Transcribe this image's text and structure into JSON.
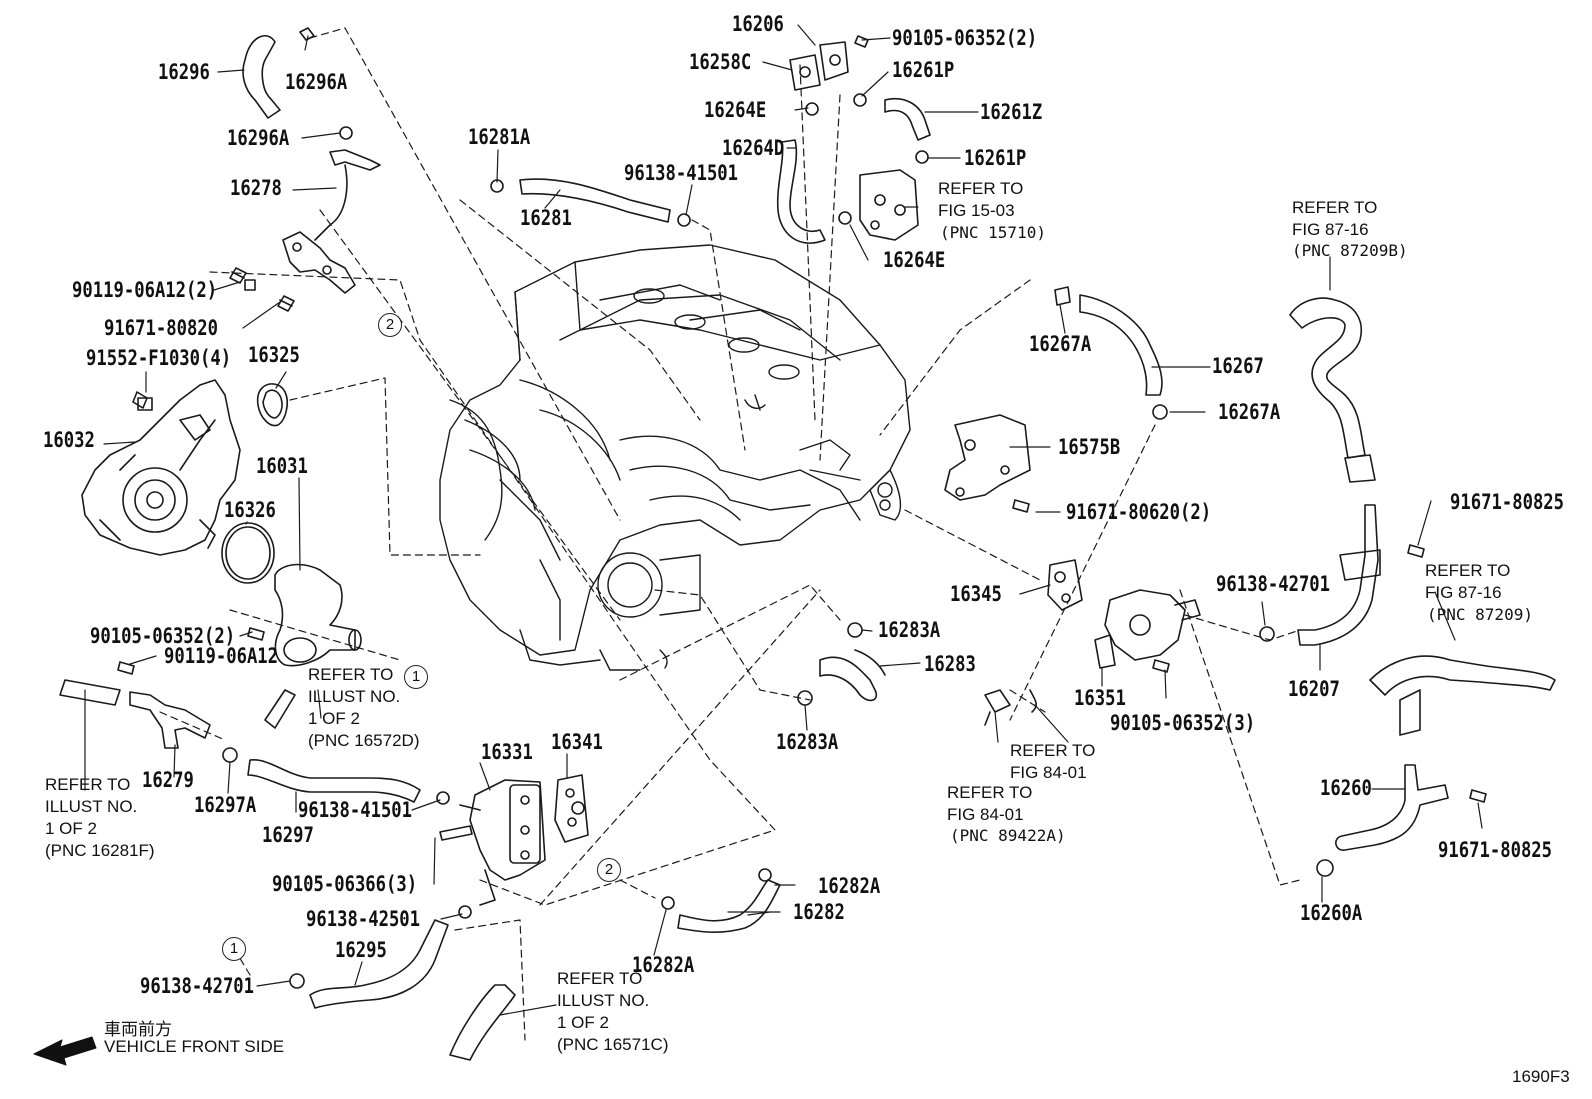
{
  "labels": [
    {
      "id": "l16206",
      "text": "16206"
    },
    {
      "id": "l90105a",
      "text": "90105-06352(2)"
    },
    {
      "id": "l16258C",
      "text": "16258C"
    },
    {
      "id": "l16261P",
      "text": "16261P"
    },
    {
      "id": "l16264E",
      "text": "16264E"
    },
    {
      "id": "l16261Z",
      "text": "16261Z"
    },
    {
      "id": "l16264D",
      "text": "16264D"
    },
    {
      "id": "l16261P2",
      "text": "16261P"
    },
    {
      "id": "l16264E2",
      "text": "16264E"
    },
    {
      "id": "l16296",
      "text": "16296"
    },
    {
      "id": "l16296A",
      "text": "16296A"
    },
    {
      "id": "l16296A2",
      "text": "16296A"
    },
    {
      "id": "l16278",
      "text": "16278"
    },
    {
      "id": "l16281A",
      "text": "16281A"
    },
    {
      "id": "l16281",
      "text": "16281"
    },
    {
      "id": "l96138a",
      "text": "96138-41501"
    },
    {
      "id": "l90119a",
      "text": "90119-06A12(2)"
    },
    {
      "id": "l91671a",
      "text": "91671-80820"
    },
    {
      "id": "l91552",
      "text": "91552-F1030(4)"
    },
    {
      "id": "l16325",
      "text": "16325"
    },
    {
      "id": "l16032",
      "text": "16032"
    },
    {
      "id": "l16031",
      "text": "16031"
    },
    {
      "id": "l16326",
      "text": "16326"
    },
    {
      "id": "l90105b",
      "text": "90105-06352(2)"
    },
    {
      "id": "l90119b",
      "text": "90119-06A12"
    },
    {
      "id": "l16279",
      "text": "16279"
    },
    {
      "id": "l16297A",
      "text": "16297A"
    },
    {
      "id": "l96138b",
      "text": "96138-41501"
    },
    {
      "id": "l16297",
      "text": "16297"
    },
    {
      "id": "l16331",
      "text": "16331"
    },
    {
      "id": "l16341",
      "text": "16341"
    },
    {
      "id": "l90105c",
      "text": "90105-06366(3)"
    },
    {
      "id": "l96138c",
      "text": "96138-42501"
    },
    {
      "id": "l16295",
      "text": "16295"
    },
    {
      "id": "l96138d",
      "text": "96138-42701"
    },
    {
      "id": "l16282A",
      "text": "16282A"
    },
    {
      "id": "l16282",
      "text": "16282"
    },
    {
      "id": "l16282A2",
      "text": "16282A"
    },
    {
      "id": "l16283A",
      "text": "16283A"
    },
    {
      "id": "l16283",
      "text": "16283"
    },
    {
      "id": "l16283A2",
      "text": "16283A"
    },
    {
      "id": "l16267A",
      "text": "16267A"
    },
    {
      "id": "l16267",
      "text": "16267"
    },
    {
      "id": "l16267A2",
      "text": "16267A"
    },
    {
      "id": "l16575B",
      "text": "16575B"
    },
    {
      "id": "l91671b",
      "text": "91671-80620(2)"
    },
    {
      "id": "l16345",
      "text": "16345"
    },
    {
      "id": "l96138e",
      "text": "96138-42701"
    },
    {
      "id": "l16351",
      "text": "16351"
    },
    {
      "id": "l90105d",
      "text": "90105-06352(3)"
    },
    {
      "id": "l91671c",
      "text": "91671-80825"
    },
    {
      "id": "l16207",
      "text": "16207"
    },
    {
      "id": "l16260",
      "text": "16260"
    },
    {
      "id": "l91671d",
      "text": "91671-80825"
    },
    {
      "id": "l16260A",
      "text": "16260A"
    }
  ],
  "refs": {
    "r1": "REFER TO\nFIG 15-03",
    "r1p": "(PNC 15710)",
    "r2": "REFER TO\nFIG 87-16",
    "r2p": "(PNC 87209B)",
    "r3": "REFER TO\nFIG 87-16",
    "r3p": "(PNC 87209)",
    "r4": "REFER TO\nILLUST NO.\n1 OF 2\n(PNC 16572D)",
    "r5": "REFER TO\nILLUST NO.\n1 OF 2\n(PNC 16281F)",
    "r6": "REFER TO\nFIG 84-01",
    "r7": "REFER TO\nFIG 84-01",
    "r7p": "(PNC 89422A)",
    "r8": "REFER TO\nILLUST NO.\n1 OF 2\n(PNC 16571C)"
  },
  "callouts": {
    "c1a": "1",
    "c1b": "1",
    "c2a": "2",
    "c2b": "2"
  },
  "footer": {
    "front_jp": "車両前方",
    "front_en": "VEHICLE FRONT SIDE",
    "figure_code": "1690F3"
  }
}
